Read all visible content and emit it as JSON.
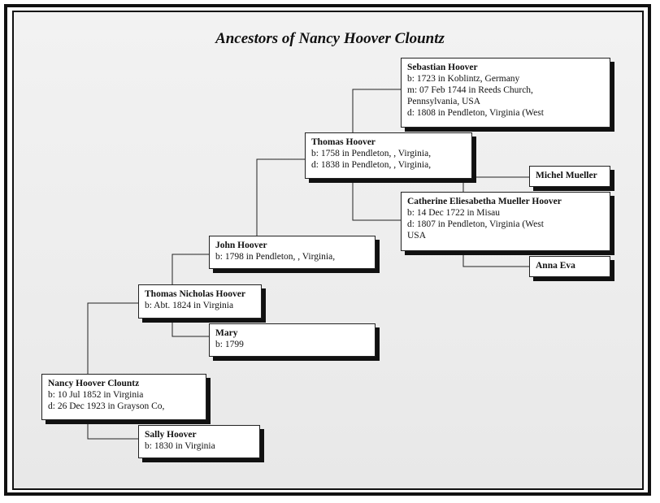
{
  "title": "Ancestors of Nancy Hoover Clountz",
  "people": {
    "sebastian": {
      "name": "Sebastian Hoover",
      "lines": [
        "b: 1723 in Koblintz, Germany",
        "m: 07 Feb 1744 in Reeds Church,",
        "Pennsylvania, USA",
        "d: 1808 in Pendleton, Virginia (West"
      ]
    },
    "thomas_sr": {
      "name": "Thomas Hoover",
      "lines": [
        "b: 1758 in Pendleton, , Virginia,",
        "d: 1838 in Pendleton, , Virginia,"
      ]
    },
    "michel": {
      "name": "Michel Mueller",
      "lines": []
    },
    "catherine": {
      "name": "Catherine Eliesabetha Mueller Hoover",
      "lines": [
        "b: 14 Dec 1722 in Misau",
        "d: 1807 in Pendleton, Virginia (West",
        "USA"
      ]
    },
    "anna": {
      "name": "Anna Eva",
      "lines": []
    },
    "john": {
      "name": "John Hoover",
      "lines": [
        "b: 1798 in Pendleton, , Virginia,"
      ]
    },
    "thomas_nicholas": {
      "name": "Thomas Nicholas Hoover",
      "lines": [
        "b: Abt. 1824 in Virginia"
      ]
    },
    "mary": {
      "name": "Mary",
      "lines": [
        "b: 1799"
      ]
    },
    "nancy": {
      "name": "Nancy Hoover Clountz",
      "lines": [
        "b: 10 Jul 1852 in Virginia",
        "d: 26 Dec 1923 in Grayson Co,"
      ]
    },
    "sally": {
      "name": "Sally Hoover",
      "lines": [
        "b: 1830 in Virginia"
      ]
    }
  },
  "colors": {
    "frame": "#111111",
    "background": "#eeeeee",
    "box": "#ffffff"
  }
}
